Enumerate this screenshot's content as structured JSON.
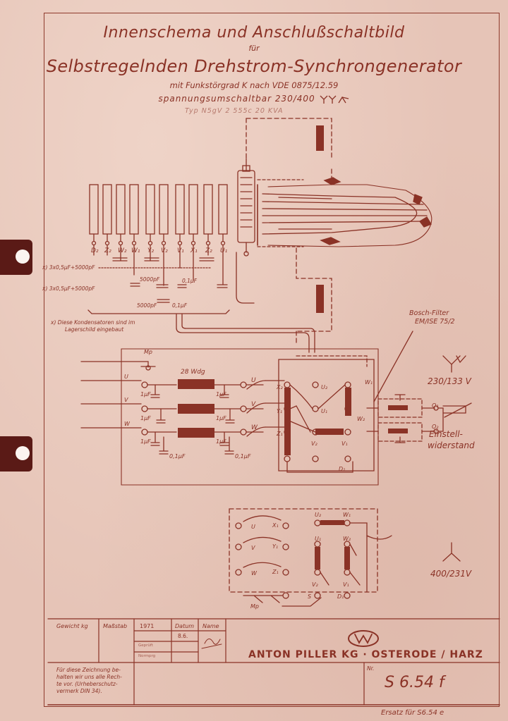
{
  "title": {
    "line1": "Innenschema und Anschlußschaltbild",
    "line2": "für",
    "line3": "Selbstregelnden Drehstrom-Synchrongenerator",
    "line4": "mit Funkstörgrad K nach VDE 0875/12.59",
    "line5": "spannungsumschaltbar 230/400",
    "line6": "Typ N5gV 2 555c 20 KVA"
  },
  "terminals_top": [
    "D₂",
    "Z₂",
    "W₂",
    "W₁",
    "Y₂",
    "V₂",
    "V₁",
    "X₁",
    "Z₂",
    "U₁"
  ],
  "capacitors": {
    "label_a": "x) 3x0,5µF+5000pF",
    "label_b": "x) 3x0,5µF+5000pF",
    "value_5000a": "5000pF",
    "value_5000b": "5000pF",
    "value_01a": "0,1µF",
    "value_01b": "0,1µF"
  },
  "footnote": {
    "line1": "x) Diese Kondensatoren sind im",
    "line2": "Lagerschild eingebaut"
  },
  "filter": {
    "label1": "Bosch-Filter",
    "label2": "EM/ISE 75/2"
  },
  "middle": {
    "mp": "Mp",
    "choke": "28 Wdg",
    "phase_u": "U",
    "phase_v": "V",
    "phase_w": "W",
    "cap1": "1µF",
    "cap01": "0,1µF",
    "voltage_delta": "230/133 V",
    "einstell1": "Einstell-",
    "einstell2": "widerstand",
    "o1": "O₁",
    "o2": "O₂",
    "d1": "D₁"
  },
  "windings": {
    "x2": "X₂",
    "y1": "Y₁",
    "z1": "Z₁",
    "u2": "U₂",
    "u1": "U₁",
    "w1": "W₁",
    "w2": "W₂",
    "v2": "V₂",
    "v1": "V₁"
  },
  "lower": {
    "u": "U",
    "v": "V",
    "w": "W",
    "x1": "X₁",
    "y1": "Y₁",
    "z1": "Z₁",
    "u2": "U₂",
    "w1": "W₁",
    "u1": "U₁",
    "w2": "W₂",
    "v2": "V₂",
    "v1": "V₁",
    "s": "S",
    "d": "D₁",
    "mp": "Mp",
    "voltage_star": "400/231V"
  },
  "titleblock": {
    "gewicht": "Gewicht kg",
    "massstab": "Maßstab",
    "year": "1971",
    "datum": "Datum",
    "name": "Name",
    "date_value": "8.6.",
    "row_gepr": "Geprüft",
    "row_norm": "Normprg",
    "company": "ANTON PILLER KG · OSTERODE / HARZ",
    "note": "Für diese Zeichnung behalten wir uns alle Rechte vor. (Urheberschutzvermerk DIN 34)",
    "note1": "Für diese Zeichnung be-",
    "note2": "halten wir uns alle Rech-",
    "note3": "te vor. (Urheberschutz-",
    "note4": "vermerk DIN 34).",
    "nr_label": "Nr.",
    "number": "S 6.54 f",
    "ersatz": "Ersatz für S6.54 e"
  }
}
